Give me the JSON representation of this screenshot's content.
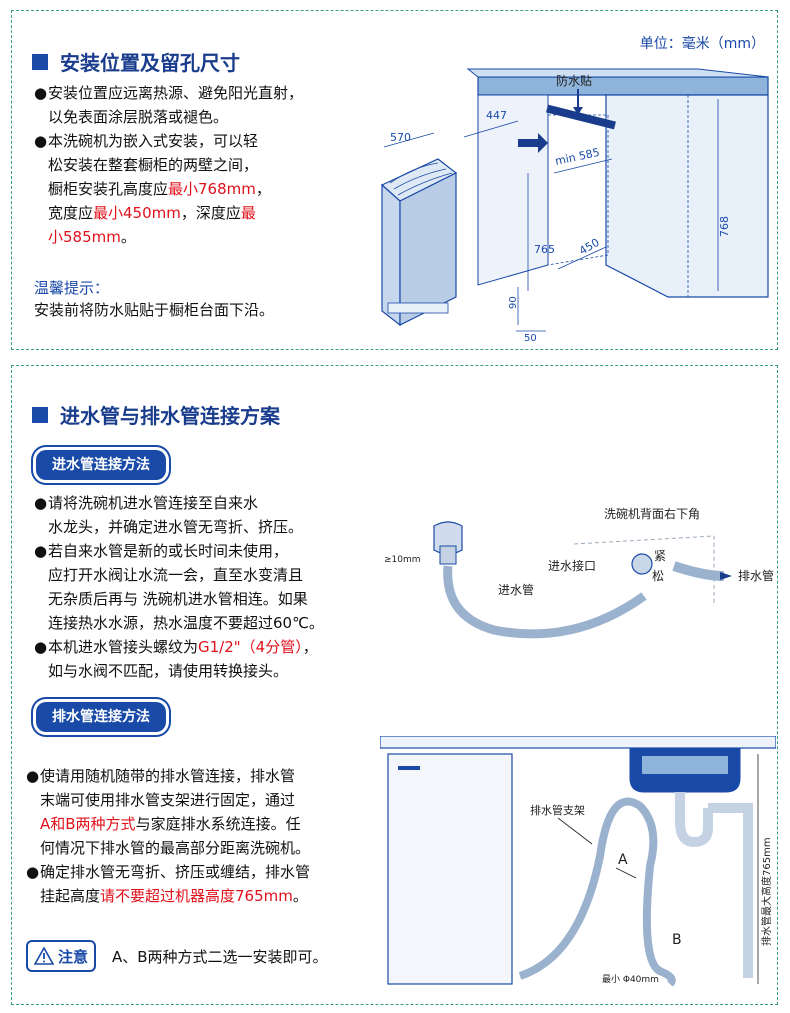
{
  "section1": {
    "title": "安装位置及留孔尺寸",
    "unit": "单位：毫米（mm）",
    "bullets": [
      {
        "lines": [
          [
            {
              "t": "安装位置应远离热源、避免阳光直射，"
            }
          ],
          [
            {
              "t": "以免表面涂层脱落或褪色。"
            }
          ]
        ]
      },
      {
        "lines": [
          [
            {
              "t": "本洗碗机为嵌入式安装，可以轻"
            }
          ],
          [
            {
              "t": "松安装在整套橱柜的两壁之间，"
            }
          ],
          [
            {
              "t": "橱柜安装孔高度应"
            },
            {
              "t": "最小768mm",
              "red": true
            },
            {
              "t": "，"
            }
          ],
          [
            {
              "t": "宽度应"
            },
            {
              "t": "最小450mm",
              "red": true
            },
            {
              "t": "，深度应"
            },
            {
              "t": "最",
              "red": true
            }
          ],
          [
            {
              "t": "小585mm",
              "red": true
            },
            {
              "t": "。"
            }
          ]
        ]
      }
    ],
    "tip_title": "温馨提示：",
    "tip_text": "安装前将防水贴贴于橱柜台面下沿。",
    "diagram": {
      "label_tape": "防水贴",
      "d570": "570",
      "d447": "447",
      "dmin585": "min 585",
      "d765": "765",
      "d450": "450",
      "d768": "768",
      "d90": "90",
      "d50": "50"
    }
  },
  "section2": {
    "title": "进水管与排水管连接方案",
    "inlet_pill": "进水管连接方法",
    "inlet_bullets": [
      {
        "lines": [
          [
            {
              "t": "请将洗碗机进水管连接至自来水"
            }
          ],
          [
            {
              "t": "水龙头，并确定进水管无弯折、挤压。"
            }
          ]
        ]
      },
      {
        "lines": [
          [
            {
              "t": "若自来水管是新的或长时间未使用，"
            }
          ],
          [
            {
              "t": "应打开水阀让水流一会，直至水变清且"
            }
          ],
          [
            {
              "t": "无杂质后再与 洗碗机进水管相连。如果"
            }
          ],
          [
            {
              "t": "连接热水水源，热水温度不要超过60℃。"
            }
          ]
        ]
      },
      {
        "lines": [
          [
            {
              "t": "本机进水管接头螺纹为"
            },
            {
              "t": "G1/2\"（4分管）",
              "red": true
            },
            {
              "t": "，"
            }
          ],
          [
            {
              "t": "如与水阀不匹配，请使用转换接头。"
            }
          ]
        ]
      }
    ],
    "inlet_diagram": {
      "back_corner": "洗碗机背面右下角",
      "inlet_port": "进水接口",
      "tight": "紧",
      "loose": "松",
      "drain_hose": "排水管",
      "inlet_hose": "进水管",
      "dim10": "≥10mm"
    },
    "drain_pill": "排水管连接方法",
    "drain_bullets": [
      {
        "lines": [
          [
            {
              "t": "使请用随机随带的排水管连接，排水管"
            }
          ],
          [
            {
              "t": "末端可使用排水管支架进行固定，通过"
            }
          ],
          [
            {
              "t": "A和B两种方式",
              "red": true
            },
            {
              "t": "与家庭排水系统连接。任"
            }
          ],
          [
            {
              "t": "何情况下排水管的最高部分距离洗碗机。"
            }
          ]
        ]
      },
      {
        "lines": [
          [
            {
              "t": "确定排水管无弯折、挤压或缠结，排水管"
            }
          ],
          [
            {
              "t": "挂起高度"
            },
            {
              "t": "请不要超过机器高度765mm",
              "red": true
            },
            {
              "t": "。"
            }
          ]
        ]
      }
    ],
    "drain_diagram": {
      "bracket": "排水管支架",
      "a": "A",
      "b": "B",
      "max_height": "排水管最大高度765mm",
      "min_dia": "最小 Φ40mm"
    },
    "note_label": "注意",
    "note_text": "A、B两种方式二选一安装即可。"
  },
  "colors": {
    "blue": "#1a4aa8",
    "red": "#e0111b",
    "border": "#3a9a8a"
  }
}
